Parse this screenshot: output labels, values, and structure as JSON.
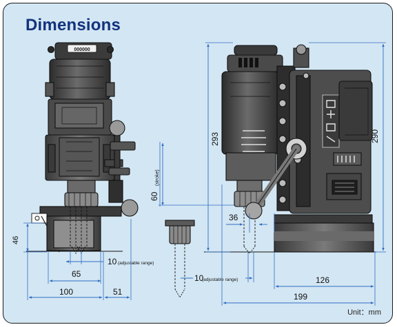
{
  "title": "Dimensions",
  "unit_label": "Unit：mm",
  "badge_text": "000000",
  "dimensions": {
    "d46": "46",
    "d65": "65",
    "d100": "100",
    "d51": "51",
    "d10_left": "10",
    "d10_left_note": "(adjustable range)",
    "d60": "60",
    "d60_note": "(stroke)",
    "d36": "36",
    "d10_right": "10",
    "d10_right_note": "(adjustable range)",
    "d293": "293",
    "d290": "290",
    "d126": "126",
    "d199": "199"
  },
  "colors": {
    "background": "#d3e6f3",
    "title": "#12337d",
    "dimension_line": "#2f6ec4",
    "body_gray": "#4d4d4d",
    "body_dark": "#2a2a2a"
  }
}
